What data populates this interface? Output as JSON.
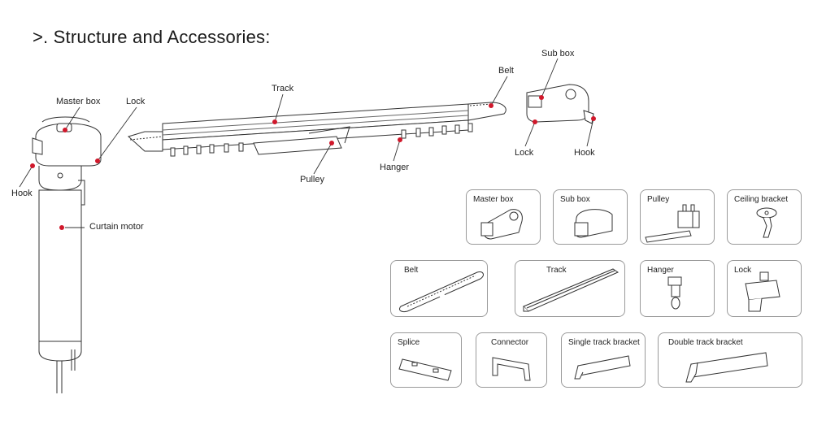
{
  "heading": ">. Structure and Accessories:",
  "labels": {
    "master_box": "Master box",
    "lock_left": "Lock",
    "hook_left": "Hook",
    "curtain_motor": "Curtain motor",
    "track": "Track",
    "pulley": "Pulley",
    "hanger": "Hanger",
    "belt": "Belt",
    "sub_box": "Sub box",
    "lock_right": "Lock",
    "hook_right": "Hook"
  },
  "accessories": [
    {
      "label": "Master box"
    },
    {
      "label": "Sub box"
    },
    {
      "label": "Pulley"
    },
    {
      "label": "Ceiling bracket"
    },
    {
      "label": "Belt"
    },
    {
      "label": "Track"
    },
    {
      "label": "Hanger"
    },
    {
      "label": "Lock"
    },
    {
      "label": "Splice"
    },
    {
      "label": "Connector"
    },
    {
      "label": "Single track bracket"
    },
    {
      "label": "Double track bracket"
    }
  ],
  "colors": {
    "callout": "#d0182b",
    "line": "#333333",
    "card_border": "#9a9a9a"
  }
}
